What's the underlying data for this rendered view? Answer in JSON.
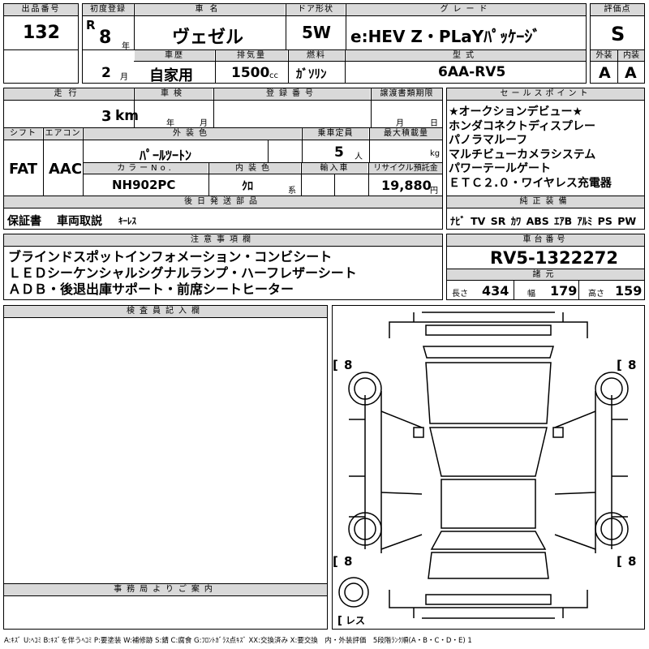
{
  "lot": {
    "label": "出品番号",
    "value": "132"
  },
  "first_reg": {
    "label": "初度登録",
    "era": "R",
    "year": "8",
    "year_unit": "年",
    "month": "2",
    "month_unit": "月"
  },
  "car_name": {
    "label": "車名",
    "value": "ヴェゼル"
  },
  "door": {
    "label": "ドア形状",
    "value": "5W"
  },
  "grade": {
    "label": "グレード",
    "value": "e:HEV Z・PLaYﾊﾟｯｹｰｼﾞ"
  },
  "score": {
    "label": "評価点",
    "value": "S",
    "ext_label": "外装",
    "ext_value": "A",
    "int_label": "内装",
    "int_value": "A"
  },
  "history": {
    "label": "車歴",
    "value": "自家用"
  },
  "displacement": {
    "label": "排気量",
    "value": "1500",
    "unit": "cc"
  },
  "fuel": {
    "label": "燃料",
    "value": "ｶﾞｿﾘﾝ"
  },
  "model": {
    "label": "型式",
    "value": "6AA-RV5"
  },
  "mileage": {
    "label": "走行",
    "value": "3",
    "unit": "km"
  },
  "inspection": {
    "label": "車検",
    "year_unit": "年",
    "month_unit": "月"
  },
  "reg_no": {
    "label": "登録番号"
  },
  "transfer": {
    "label": "譲渡書類期限",
    "month_unit": "月",
    "day_unit": "日"
  },
  "sales_points": {
    "label": "セールスポイント",
    "items": [
      "★オークションデビュー★",
      "ホンダコネクトディスプレー",
      "パノラマルーフ",
      "マルチビューカメラシステム",
      "パワーテールゲート",
      "ＥＴＣ２.０・ワイヤレス充電器"
    ]
  },
  "shift": {
    "label": "シフト",
    "value": "FAT"
  },
  "ac": {
    "label": "エアコン",
    "value": "AAC"
  },
  "exterior_color": {
    "label": "外装色",
    "value": "ﾊﾟｰﾙﾂｰﾄﾝ"
  },
  "capacity": {
    "label": "乗車定員",
    "value": "5",
    "unit": "人"
  },
  "max_load": {
    "label": "最大積載量",
    "unit": "kg"
  },
  "color_no": {
    "label": "カラーNo.",
    "value": "NH902PC"
  },
  "interior_color": {
    "label": "内装色",
    "value": "ｸﾛ",
    "unit": "系"
  },
  "import": {
    "label": "輸入車"
  },
  "recycle": {
    "label": "リサイクル預託金",
    "value": "19,880",
    "unit": "円"
  },
  "later_items": {
    "label": "後日発送部品",
    "value1": "保証書",
    "value2": "車両取説",
    "value3": "ｷｰﾚｽ"
  },
  "equipment": {
    "label": "純正装備",
    "items": [
      "ﾅﾋﾞ",
      "TV",
      "SR",
      "ｶﾜ",
      "ABS",
      "ｴｱB",
      "ｱﾙﾐ",
      "PS",
      "PW"
    ]
  },
  "notes": {
    "label": "注意事項欄",
    "lines": [
      "ブラインドスポットインフォメーション・コンビシート",
      "ＬＥＤシーケンシャルシグナルランプ・ハーフレザーシート",
      "ＡＤＢ・後退出庫サポート・前席シートヒーター"
    ]
  },
  "chassis": {
    "label": "車台番号",
    "value": "RV5-1322272"
  },
  "dims": {
    "label": "諸元",
    "len_label": "長さ",
    "len": "434",
    "wid_label": "幅",
    "wid": "179",
    "hgt_label": "高さ",
    "hgt": "159"
  },
  "inspector": {
    "label": "検査員記入欄"
  },
  "office": {
    "label": "事務局よりご案内"
  },
  "tires": {
    "fl": "8",
    "fr": "8",
    "rl": "8",
    "rr": "8",
    "spare": "レス"
  },
  "legend": "A:ｷｽﾞ U:ﾍｺﾐ B:ｷｽﾞを伴うﾍｺﾐ P:要塗装 W:補修跡 S:錆 C:腐食 G:ﾌﾛﾝﾄｶﾞﾗｽ点ｷｽﾞ XX:交換済み X:要交換　内・外装評価　5段階ﾗﾝｸ順(A・B・C・D・E) 1"
}
